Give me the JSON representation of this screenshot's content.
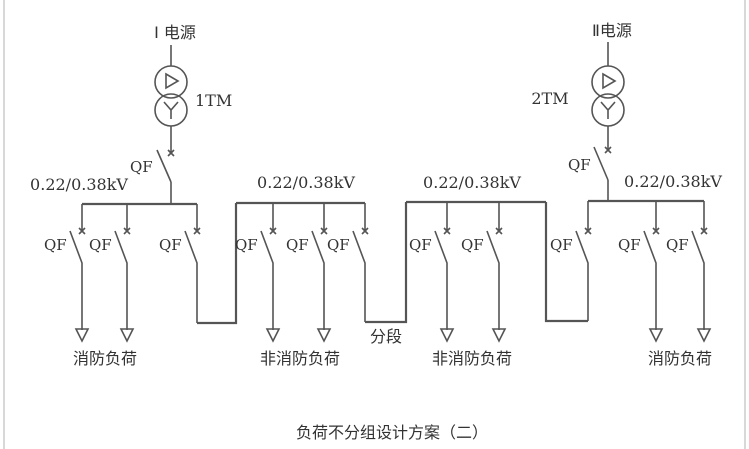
{
  "sources": [
    {
      "label": "I 电源",
      "transformer": "1TM",
      "breaker": "QF"
    },
    {
      "label": "Ⅱ电源",
      "transformer": "2TM",
      "breaker": "QF"
    }
  ],
  "bus_voltage_labels": [
    "0.22/0.38kV",
    "0.22/0.38kV",
    "0.22/0.38kV",
    "0.22/0.38kV"
  ],
  "breaker_label": "QF",
  "section_label": "分段",
  "load_groups": [
    "消防负荷",
    "非消防负荷",
    "非消防负荷",
    "消防负荷"
  ],
  "caption": "负荷不分组设计方案（二）",
  "colors": {
    "line": "#555555",
    "text": "#333333",
    "border": "#cccccc"
  }
}
